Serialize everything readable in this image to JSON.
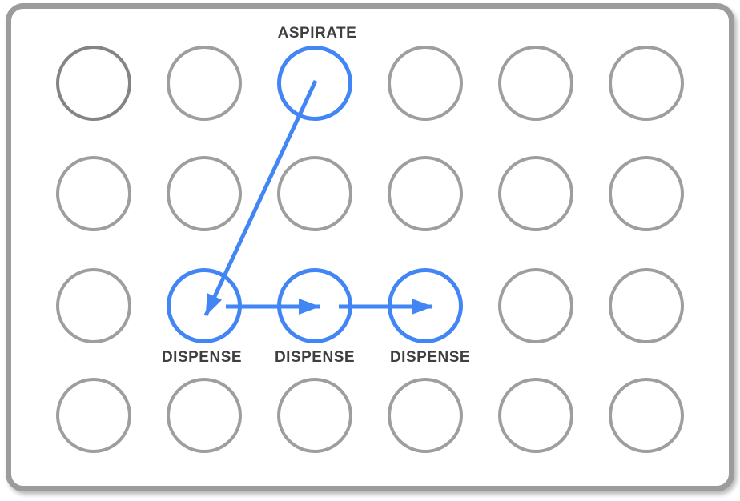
{
  "diagram": {
    "type": "well-plate-liquid-transfer",
    "plate": {
      "rows": 4,
      "columns": 6,
      "well_count": 24
    },
    "labels": {
      "aspirate": "ASPIRATE",
      "dispense": [
        "DISPENSE",
        "DISPENSE",
        "DISPENSE"
      ]
    },
    "operations": {
      "aspirate_well": "row 1, column 3",
      "dispense_wells": [
        "row 3, column 2",
        "row 3, column 3",
        "row 3, column 4"
      ],
      "arrows": [
        "aspirate well to dispense well 1 (diagonal)",
        "dispense well 1 to dispense well 2 (horizontal)",
        "dispense well 2 to dispense well 3 (horizontal)"
      ]
    },
    "colors": {
      "highlight_blue": "#4285f4",
      "well_gray": "#9e9e9e",
      "well_dark_gray": "#848484",
      "label_text": "#3f3f3f",
      "plate_border": "#9c9c9c"
    }
  }
}
